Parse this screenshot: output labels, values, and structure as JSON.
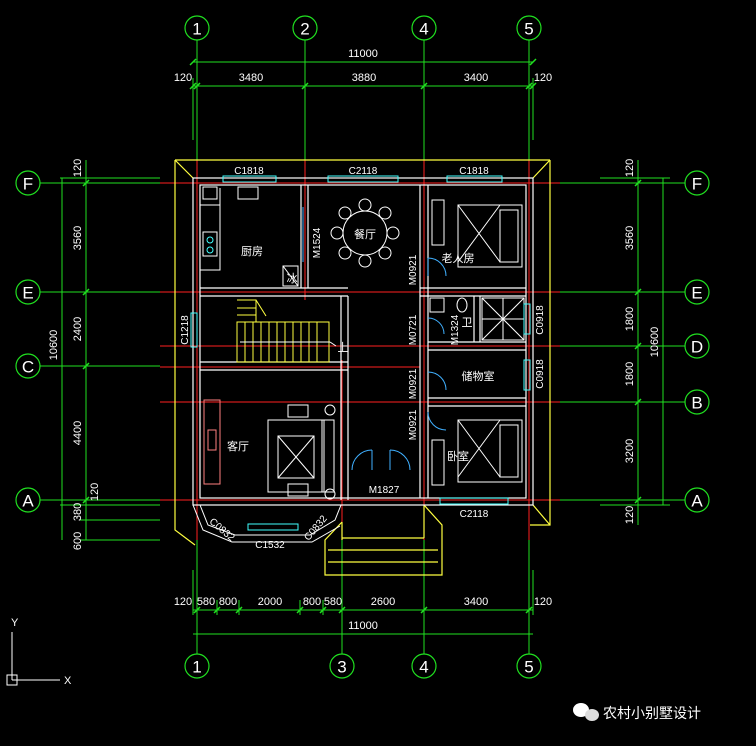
{
  "top_axes": [
    "1",
    "2",
    "4",
    "5"
  ],
  "bottom_axes": [
    "1",
    "3",
    "4",
    "5"
  ],
  "left_axes": [
    "F",
    "E",
    "C",
    "A"
  ],
  "right_axes": [
    "F",
    "E",
    "D",
    "B",
    "A"
  ],
  "dims": {
    "top_total": "11000",
    "top_segments": [
      "120",
      "3480",
      "3880",
      "3400",
      "120"
    ],
    "bottom_total": "11000",
    "bottom_segments": [
      "120",
      "580",
      "800",
      "2000",
      "800",
      "580",
      "2600",
      "3400",
      "120"
    ],
    "left_total": "10600",
    "left_segments": [
      "120",
      "3560",
      "2400",
      "4400",
      "120",
      "380",
      "600"
    ],
    "right_total": "10600",
    "right_segments": [
      "120",
      "3560",
      "1800",
      "1800",
      "3200",
      "120"
    ]
  },
  "rooms": {
    "kitchen": "厨房",
    "dining": "餐厅",
    "elder_bedroom": "老人房",
    "bathroom": "卫",
    "storage": "储物室",
    "living": "客厅",
    "bedroom": "卧室",
    "fridge": "冰",
    "stair_up": "上"
  },
  "openings": {
    "c1818_a": "C1818",
    "c2118_top": "C2118",
    "c1818_b": "C1818",
    "m1524": "M1524",
    "m0921_a": "M0921",
    "m0721": "M0721",
    "m1324": "M1324",
    "c0918_a": "C0918",
    "c0918_b": "C0918",
    "m0921_b": "M0921",
    "m0921_c": "M0921",
    "c1218": "C1218",
    "m1827": "M1827",
    "c2118_bottom": "C2118",
    "c0832_a": "C0832",
    "c1532": "C1532",
    "c0832_b": "C0832"
  },
  "ucs": {
    "y": "Y",
    "x": "X"
  },
  "watermark": "农村小别墅设计",
  "colors": {
    "wall": "#ffffff",
    "axis": "#ff2020",
    "dim": "#20e020",
    "furniture": "#ffff40",
    "window": "#40ffff",
    "door": "#40b0ff",
    "outline": "#ffff40"
  }
}
